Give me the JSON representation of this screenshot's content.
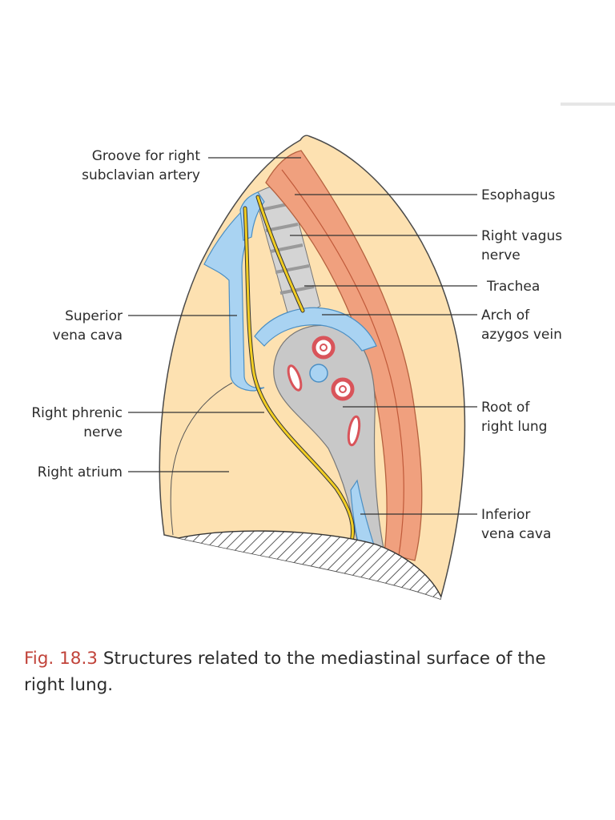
{
  "colors": {
    "lung": "#fde1b1",
    "lung_outline": "#4a4a4a",
    "esophagus": "#f0a07e",
    "esophagus_stripe": "#c05a3a",
    "veins": "#a9d3f2",
    "vein_outline": "#4b8fc4",
    "nerve": "#f1cd22",
    "trachea": "#d4d4d4",
    "root": "#c8c8c8",
    "artery_ring": "#d9545a",
    "caption_fig": "#c1433a"
  },
  "labels": {
    "groove_line1": "Groove for right",
    "groove_line2": "subclavian artery",
    "esophagus": "Esophagus",
    "right_vagus_line1": "Right vagus",
    "right_vagus_line2": "nerve",
    "trachea": "Trachea",
    "arch_line1": "Arch of",
    "arch_line2": "azygos vein",
    "svc_line1": "Superior",
    "svc_line2": "vena cava",
    "root_line1": "Root of",
    "root_line2": "right lung",
    "phrenic_line1": "Right phrenic",
    "phrenic_line2": "nerve",
    "right_atrium": "Right atrium",
    "ivc_line1": "Inferior",
    "ivc_line2": "vena cava"
  },
  "caption": {
    "fig_number": "Fig. 18.3",
    "text": "Structures related to the mediastinal surface of the right lung."
  }
}
